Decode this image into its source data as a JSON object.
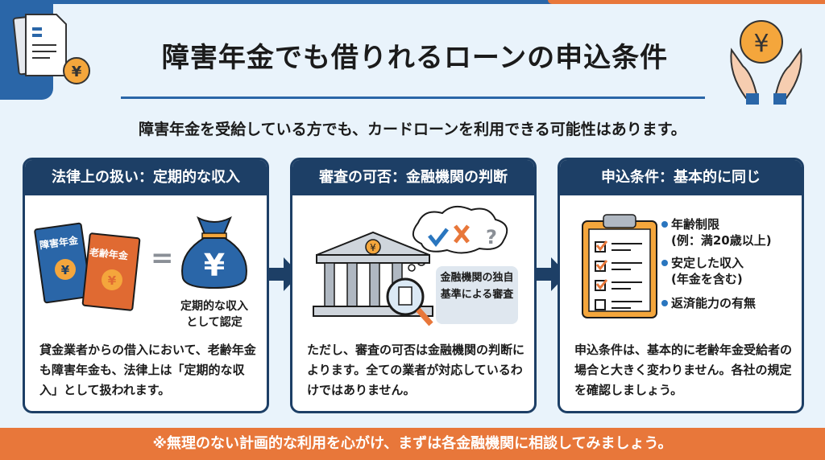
{
  "header": {
    "title": "障害年金でも借りれるローンの申込条件",
    "subtitle": "障害年金を受給している方でも、カードローンを利用できる可能性はあります。"
  },
  "cards": [
    {
      "title": "法律上の扱い：定期的な収入",
      "book1": "障害年金",
      "book2": "老齢年金",
      "equals": "=",
      "bag_caption_1": "定期的な収入",
      "bag_caption_2": "として認定",
      "text": "貸金業者からの借入において、老齢年金も障害年金も、法律上は「定期的な収入」として扱われます。"
    },
    {
      "title": "審査の可否：金融機関の判断",
      "thought": "✔✖?",
      "bubble": "金融機関の独自基準による審査",
      "text": "ただし、審査の可否は金融機関の判断によります。全ての業者が対応しているわけではありません。"
    },
    {
      "title": "申込条件：基本的に同じ",
      "bullets": [
        {
          "l1": "年齢制限",
          "l2": "(例：満20歳以上)"
        },
        {
          "l1": "安定した収入",
          "l2": "(年金を含む)"
        },
        {
          "l1": "返済能力の有無",
          "l2": ""
        }
      ],
      "text": "申込条件は、基本的に老齢年金受給者の場合と大きく変わりません。各社の規定を確認しましょう。"
    }
  ],
  "footer": {
    "note": "※無理のない計画的な利用を心がけ、まずは各金融機関に相談してみましょう。"
  },
  "colors": {
    "navy": "#1d3f66",
    "blue": "#2a66a8",
    "orange": "#e8773a",
    "bg": "#e9f3fb"
  }
}
